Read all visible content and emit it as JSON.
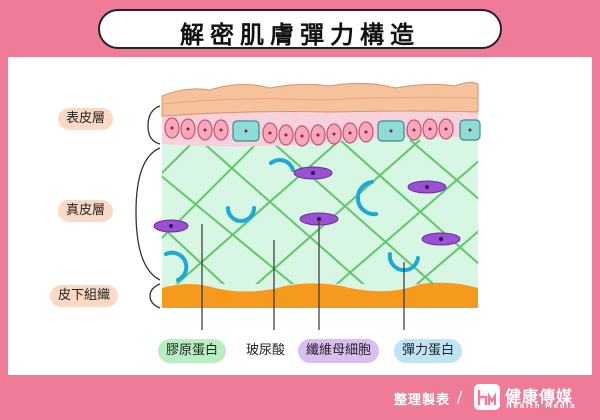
{
  "header": {
    "title": "解密肌膚彈力構造"
  },
  "layers": {
    "epidermis": "表皮層",
    "dermis": "真皮層",
    "subcutaneous": "皮下組織"
  },
  "components": [
    {
      "label": "膠原蛋白",
      "color": "#b9edc2"
    },
    {
      "label": "玻尿酸",
      "color": "#ffffff"
    },
    {
      "label": "纖維母細胞",
      "color": "#d9bff0"
    },
    {
      "label": "彈力蛋白",
      "color": "#bfe4f6"
    }
  ],
  "footer": {
    "credit": "整理製表",
    "brand": "健康傳媒",
    "brand_sub": "Health Media"
  },
  "colors": {
    "background": "#ef7b99",
    "epidermis_top": "#f5c29c",
    "epidermis_cells": "#f7a8bd",
    "dermis": "#d8f6e4",
    "collagen": "#5fc768",
    "fibroblast": "#9b4fd2",
    "elastin": "#1aa9d8",
    "subcutaneous": "#f59a1c",
    "layer_label": "#fbd9c4"
  },
  "icons": {
    "logo": "hm-logo-icon"
  }
}
